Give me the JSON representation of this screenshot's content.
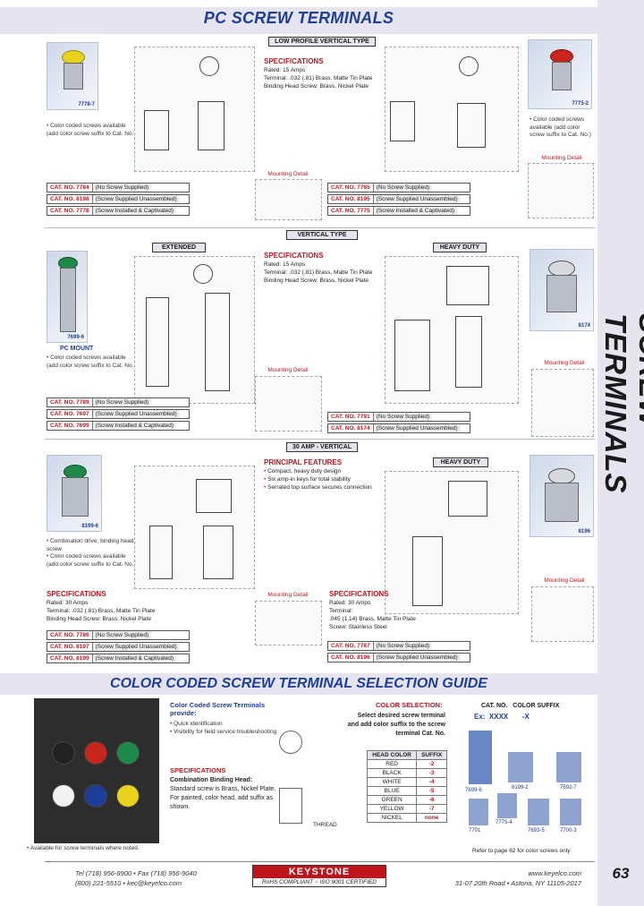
{
  "header": {
    "title": "PC SCREW TERMINALS"
  },
  "side": {
    "title": "SCREW TERMINALS",
    "page_number": "63"
  },
  "low_profile": {
    "label": "LOW PROFILE VERTICAL TYPE",
    "photo_left": "7778-7",
    "photo_right": "7775-2",
    "bullet_left": "Color coded screws available (add color screw suffix to Cat. No.)",
    "bullet_right": "Color coded screws available (add color screw suffix to Cat. No.)",
    "specs_title": "SPECIFICATIONS",
    "specs": [
      "Rated: 15 Amps",
      "Terminal: .032 (.81) Brass, Matte Tin Plate",
      "Binding Head Screw: Brass, Nickel Plate"
    ],
    "mount_left": "Mounting Detail",
    "mount_right": "Mounting Detail",
    "cats_left": [
      {
        "no": "CAT. NO. 7784",
        "desc": "(No Screw Supplied)"
      },
      {
        "no": "CAT. NO. 8198",
        "desc": "(Screw Supplied Unassembled)"
      },
      {
        "no": "CAT. NO. 7778",
        "desc": "(Screw Installed & Captivated)"
      }
    ],
    "cats_right": [
      {
        "no": "CAT. NO. 7765",
        "desc": "(No Screw Supplied)"
      },
      {
        "no": "CAT. NO. 8195",
        "desc": "(Screw Supplied Unassembled)"
      },
      {
        "no": "CAT. NO. 7775",
        "desc": "(Screw Installed & Captivated)"
      }
    ]
  },
  "vertical": {
    "label": "VERTICAL TYPE",
    "extended_label": "EXTENDED",
    "heavy_label": "HEAVY DUTY",
    "photo_left": "7699-6",
    "photo_right": "8174",
    "pc_mount": "PC MOUNT",
    "bullet_left": "Color coded screws available (add color screw suffix to Cat. No.)",
    "specs_title": "SPECIFICATIONS",
    "specs": [
      "Rated: 15 Amps",
      "Terminal: .032 (.81) Brass, Matte Tin Plate",
      "Binding Head Screw: Brass, Nickel Plate"
    ],
    "mount_left": "Mounting Detail",
    "mount_right": "Mounting Detail",
    "cats_left": [
      {
        "no": "CAT. NO. 7789",
        "desc": "(No Screw Supplied)"
      },
      {
        "no": "CAT. NO. 7697",
        "desc": "(Screw Supplied Unassembled)"
      },
      {
        "no": "CAT. NO. 7699",
        "desc": "(Screw Installed & Captivated)"
      }
    ],
    "cats_right": [
      {
        "no": "CAT. NO. 7791",
        "desc": "(No Screw Supplied)"
      },
      {
        "no": "CAT. NO. 8174",
        "desc": "(Screw Supplied Unassembled)"
      }
    ]
  },
  "amp30": {
    "label": "30 AMP - VERTICAL",
    "heavy_label": "HEAVY DUTY",
    "photo_left": "8199-6",
    "photo_right": "8196",
    "bullets_left": [
      "Combination drive, binding head screw",
      "Color coded screws available (add color screw suffix to Cat. No.)"
    ],
    "features_title": "PRINCIPAL FEATURES",
    "features": [
      "Compact, heavy duty design",
      "Six amp-in keys for total stability",
      "Serrated top surface secures connection"
    ],
    "specs_left_title": "SPECIFICATIONS",
    "specs_left": [
      "Rated: 30 Amps",
      "Terminal: .032 (.81) Brass, Matte Tin Plate",
      "Binding Head Screw: Brass, Nickel Plate"
    ],
    "specs_right_title": "SPECIFICATIONS",
    "specs_right": [
      "Rated: 30 Amps",
      "Terminal:",
      ".045 (1.14) Brass, Matte Tin Plate",
      "Screw: Stainless Steel"
    ],
    "mount_left": "Mounting Detail",
    "mount_right": "Mounting Detail",
    "cats_left": [
      {
        "no": "CAT. NO. 7786",
        "desc": "(No Screw Supplied)"
      },
      {
        "no": "CAT. NO. 8197",
        "desc": "(Screw Supplied Unassembled)"
      },
      {
        "no": "CAT. NO. 8199",
        "desc": "(Screw Installed & Captivated)"
      }
    ],
    "cats_right": [
      {
        "no": "CAT. NO. 7787",
        "desc": "(No Screw Supplied)"
      },
      {
        "no": "CAT. NO. 8196",
        "desc": "(Screw Supplied Unassembled)"
      }
    ]
  },
  "guide": {
    "title": "COLOR CODED SCREW TERMINAL SELECTION GUIDE",
    "provide_title": "Color Coded Screw Terminals provide:",
    "provide_items": [
      "Quick identification",
      "Visibility for field service troubleshooting"
    ],
    "specs_title": "SPECIFICATIONS",
    "specs_head": "Combination Binding Head:",
    "specs_text": "Standard screw is Brass, Nickel Plate. For painted, color head, add suffix as shown.",
    "thread_label": "THREAD",
    "note": "Available for screw terminals where noted.",
    "selection_title": "COLOR SELECTION:",
    "selection_text": "Select desired screw terminal and add color suffix to the screw terminal Cat. No.",
    "table_headers": [
      "HEAD COLOR",
      "SUFFIX"
    ],
    "table_rows": [
      [
        "RED",
        "-2"
      ],
      [
        "BLACK",
        "-3"
      ],
      [
        "WHITE",
        "-4"
      ],
      [
        "BLUE",
        "-5"
      ],
      [
        "GREEN",
        "-6"
      ],
      [
        "YELLOW",
        "-7"
      ],
      [
        "NICKEL",
        "none"
      ]
    ],
    "cat_suffix_header": "CAT. NO.   COLOR SUFFIX",
    "cat_suffix_example": "Ex:  XXXX       -X",
    "thumbs": [
      "7699-6",
      "8199-2",
      "7592-7",
      "7701",
      "7775-4",
      "7693-5",
      "7700-3"
    ],
    "refer_note": "Refer to page 62 for color screws only"
  },
  "footer": {
    "tel": "Tel (718) 956-8900  •  Fax (718) 956-9040",
    "toll": "(800) 221-5510  •  kec@keyelco.com",
    "logo": "KEYSTONE",
    "cert": "RoHS COMPLIANT  ~  ISO 9001 CERTIFIED",
    "web": "www.keyelco.com",
    "address": "31-07 20th Road • Astoria, NY 11105-2017"
  },
  "colors": {
    "accent_blue": "#1d3e9a",
    "accent_red": "#c0141c",
    "band": "#e6e4ef"
  }
}
